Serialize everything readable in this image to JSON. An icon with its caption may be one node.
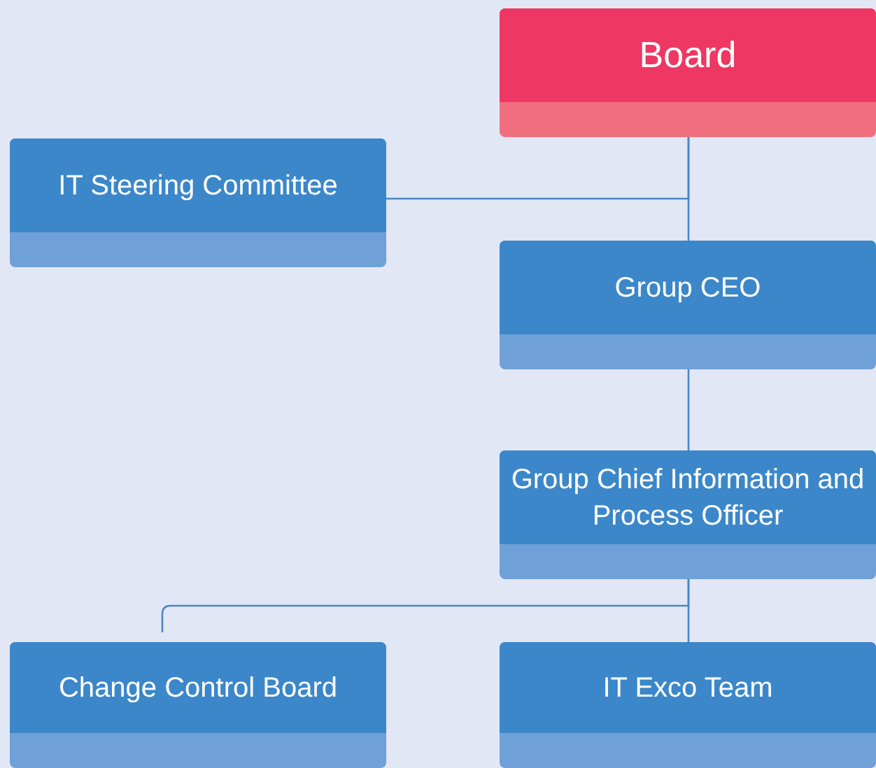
{
  "diagram": {
    "nodes": [
      {
        "text": [
          "Board"
        ]
      },
      {
        "text": [
          "IT Steering Committee"
        ]
      },
      {
        "text": [
          "Group CEO"
        ]
      },
      {
        "text": [
          "Group Chief Information and Process Officer"
        ]
      },
      {
        "text": [
          "Change Control Board"
        ]
      },
      {
        "text": [
          "IT Exco Team"
        ]
      }
    ],
    "edges": [
      {
        "from": 0,
        "to": 1,
        "arrow": "none"
      },
      {
        "from": 0,
        "to": 2,
        "arrow": "none"
      },
      {
        "from": 2,
        "to": 3,
        "arrow": "none"
      },
      {
        "from": 3,
        "to": 4,
        "arrow": "none"
      },
      {
        "from": 3,
        "to": 5,
        "arrow": "none"
      }
    ]
  }
}
